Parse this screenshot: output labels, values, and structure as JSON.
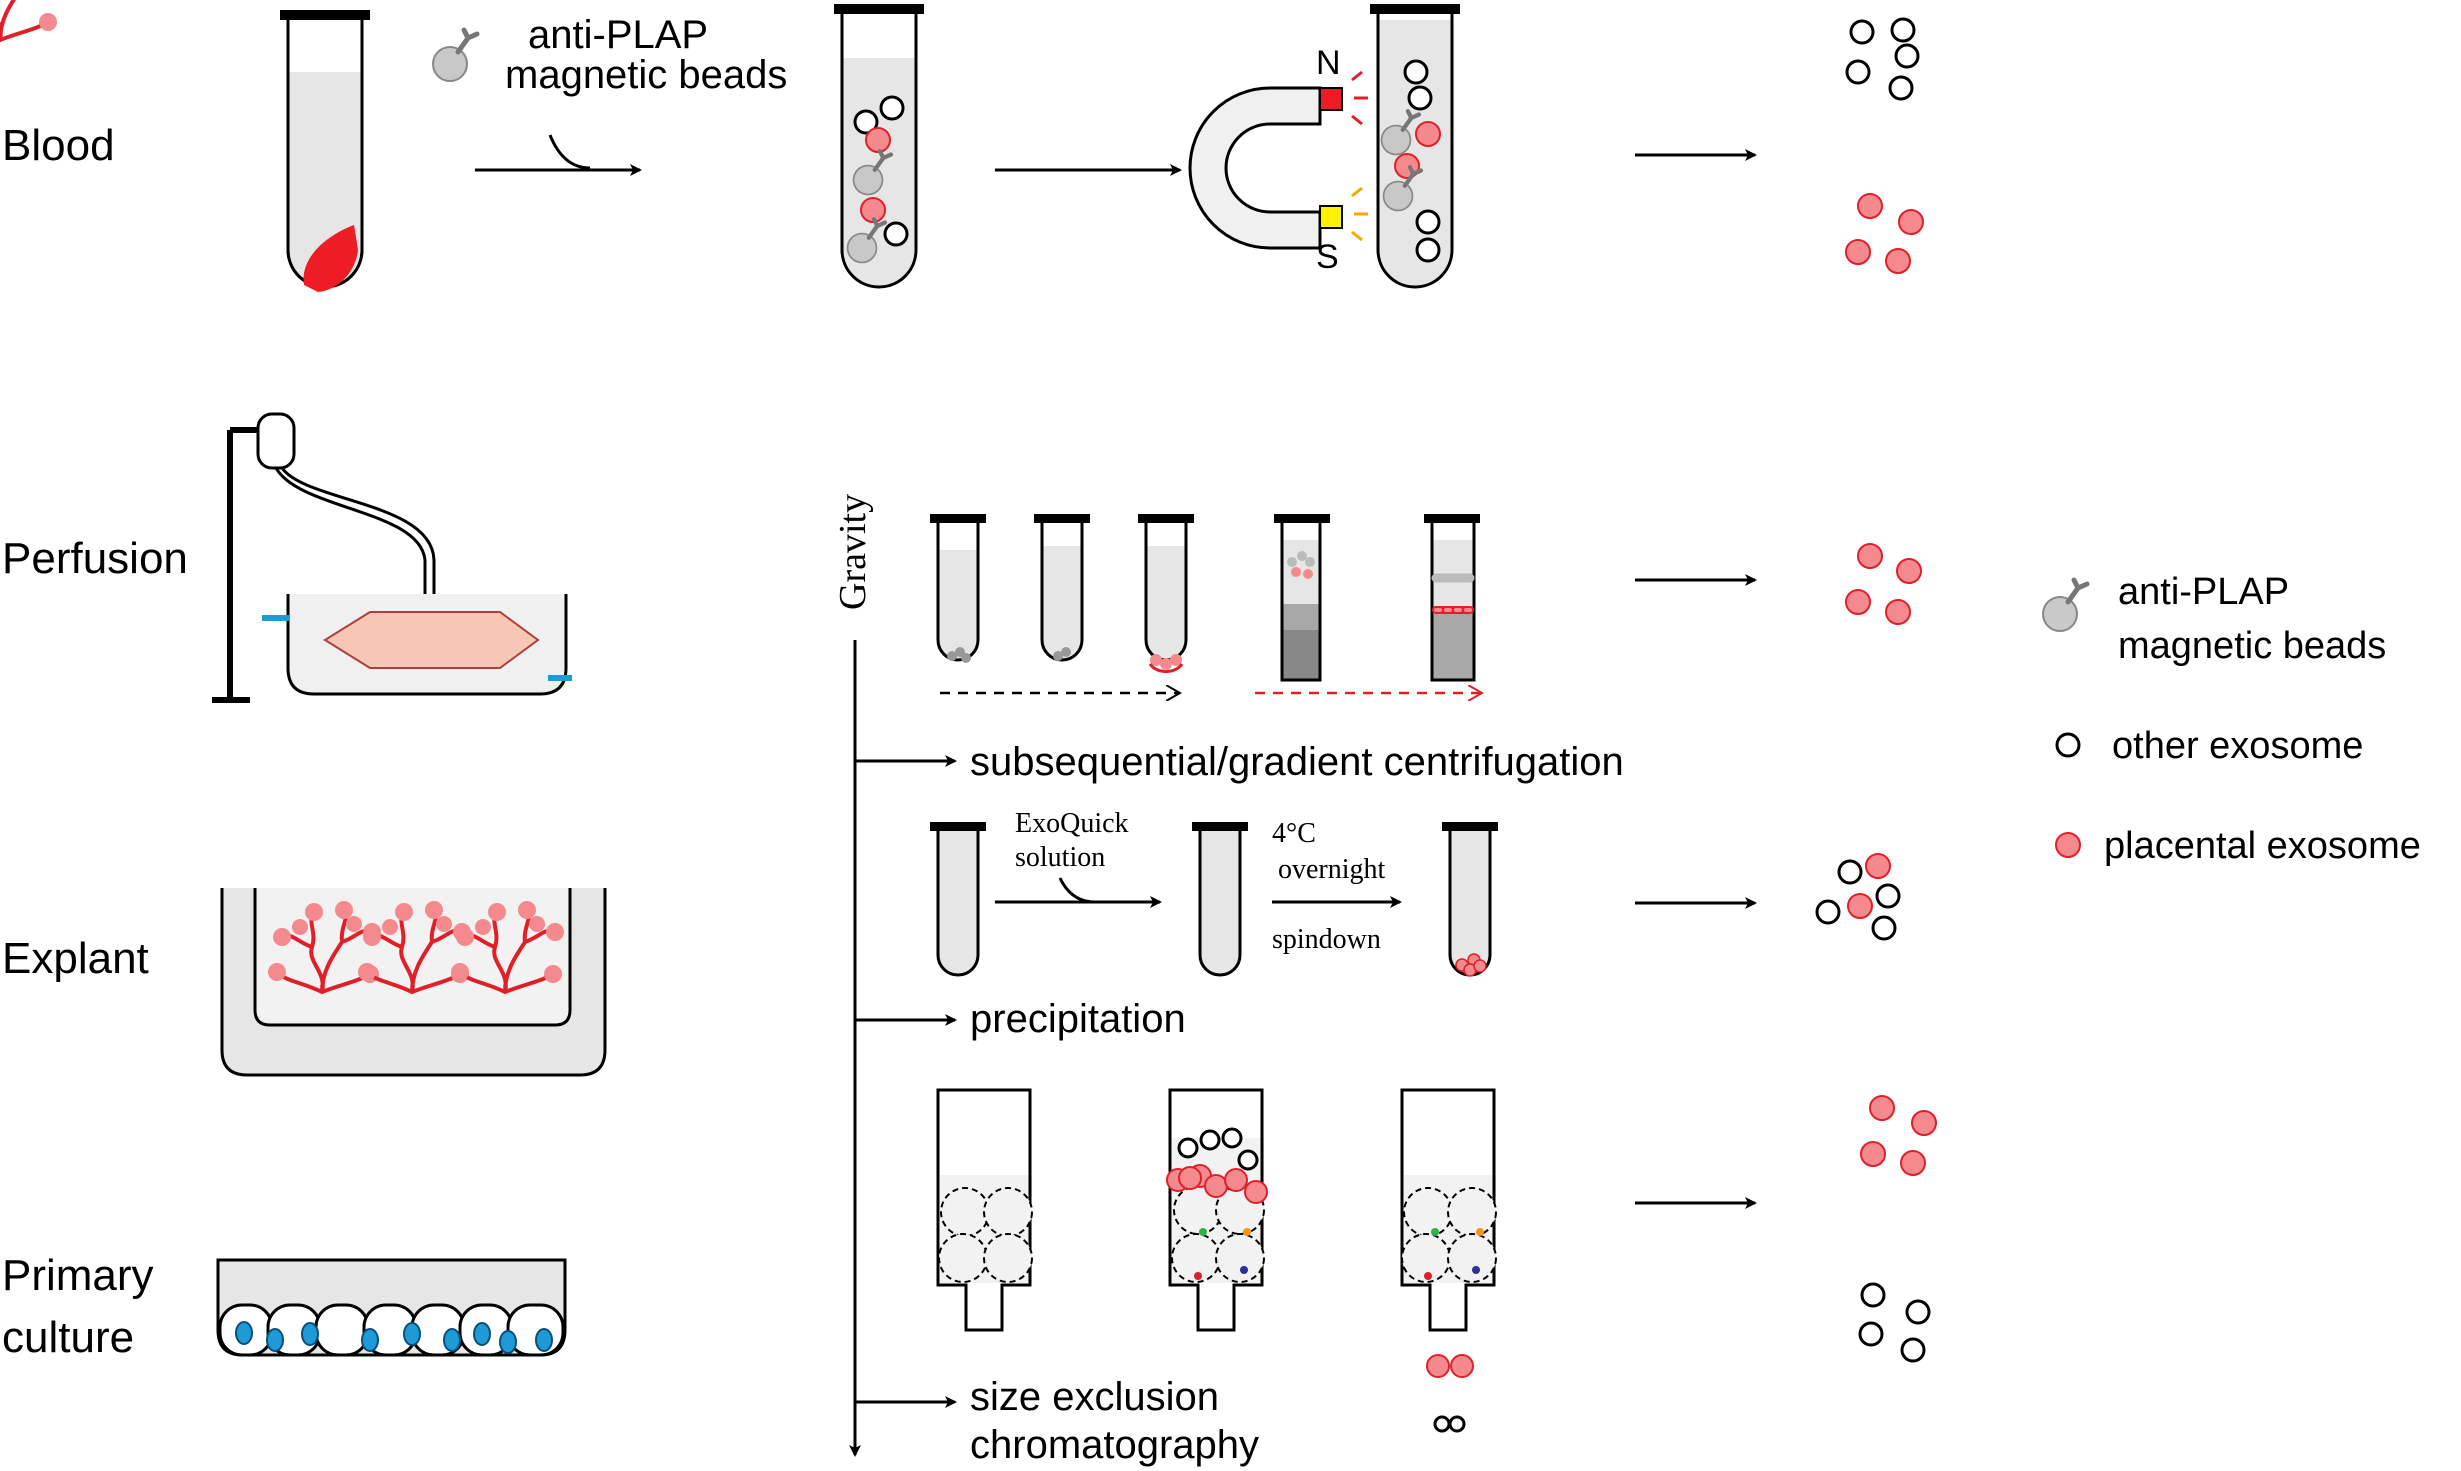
{
  "sources": {
    "blood": "Blood",
    "perfusion": "Perfusion",
    "explant": "Explant",
    "primary_culture_line1": "Primary",
    "primary_culture_line2": "culture"
  },
  "immuno": {
    "reagent_line1": "anti-PLAP",
    "reagent_line2": "magnetic beads",
    "magnet_north": "N",
    "magnet_south": "S"
  },
  "gravity_label": "Gravity",
  "methods": {
    "centrifugation": "subsequential/gradient centrifugation",
    "precipitation": "precipitation",
    "sec_line1": "size exclusion",
    "sec_line2": "chromatography"
  },
  "precipitation_steps": {
    "reagent_line1": "ExoQuick",
    "reagent_line2": "solution",
    "temp": "4°C",
    "time": "overnight",
    "spin": "spindown"
  },
  "legend": {
    "beads_line1": "anti-PLAP",
    "beads_line2": "magnetic beads",
    "other": "other exosome",
    "placental": "placental exosome"
  },
  "colors": {
    "placental_fill": "#f58a8e",
    "placental_stroke": "#e02028",
    "blood_red": "#ee1c24",
    "bead_gray": "#c8c8c8",
    "tissue_pink": "#f7c6b4",
    "nucleus_blue": "#1e9ad6",
    "tube_fill": "#e6e6e6"
  }
}
